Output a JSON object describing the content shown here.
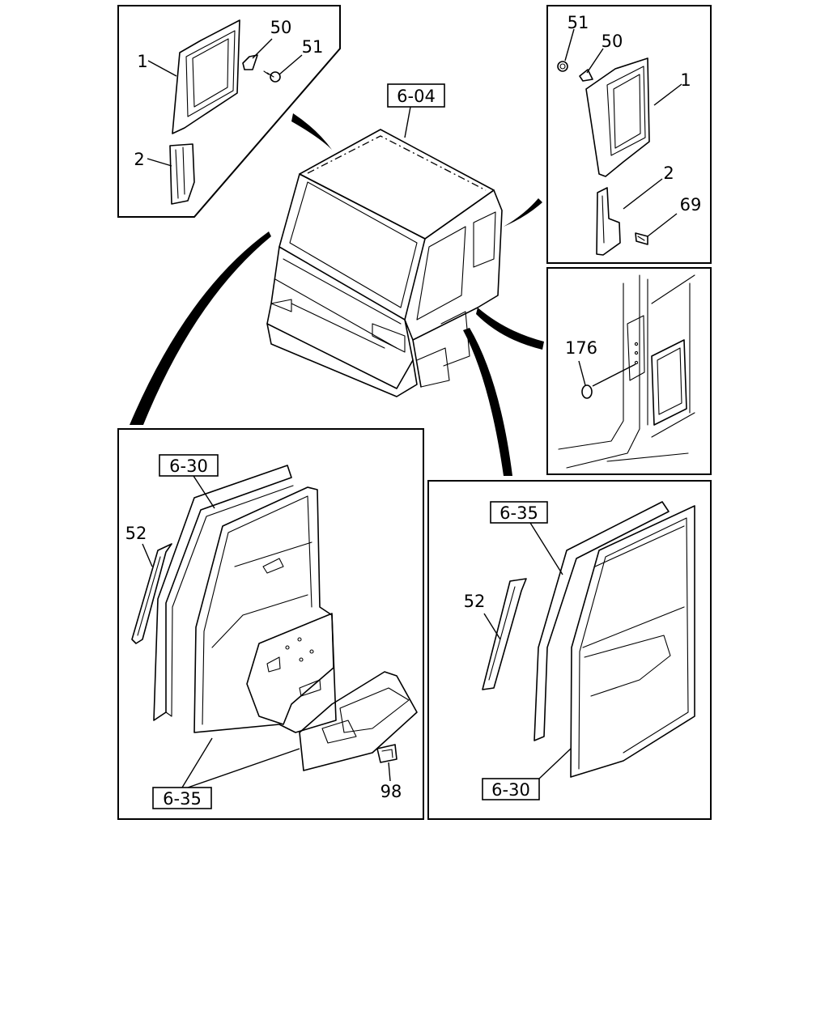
{
  "diagram": {
    "callouts": {
      "tl_1": "1",
      "tl_2": "2",
      "tl_50": "50",
      "tl_51": "51",
      "center_ref": "6-04",
      "tr_51": "51",
      "tr_50": "50",
      "tr_1": "1",
      "tr_2": "2",
      "tr_69": "69",
      "mr_176": "176",
      "bl_ref_630": "6-30",
      "bl_52": "52",
      "bl_ref_635": "6-35",
      "bl_98": "98",
      "br_ref_635": "6-35",
      "br_52": "52",
      "br_ref_630": "6-30"
    }
  }
}
